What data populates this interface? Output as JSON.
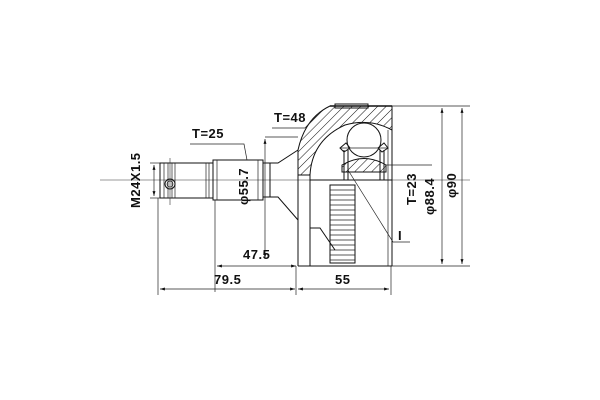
{
  "drawing": {
    "type": "CV joint technical drawing (outer)",
    "dimensions": {
      "thread": "M24X1.5",
      "shaft_spline_teeth": "T=25",
      "shaft_diameter": "φ55.7",
      "bell_teeth": "T=48",
      "inner_spline_teeth": "T=23",
      "abs_ring_diameter": "φ88.4",
      "outer_diameter": "φ90",
      "length_shaft_to_face": "47.5",
      "length_total_shaft": "79.5",
      "length_bell": "55",
      "inner_ref_mark": "I"
    }
  }
}
